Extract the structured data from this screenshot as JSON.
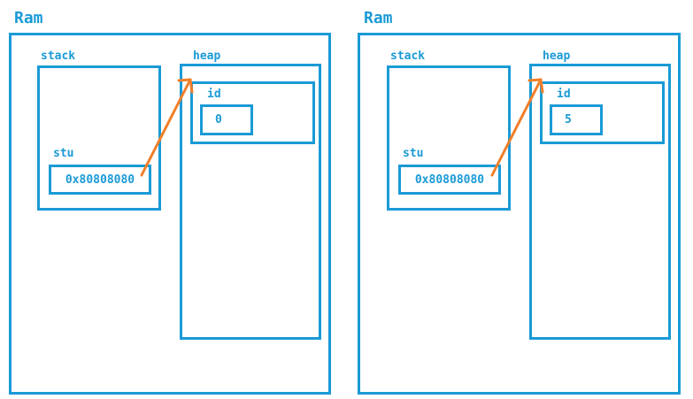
{
  "colors": {
    "box": "#1a9ad6",
    "arrow": "#f07f2a"
  },
  "panels": [
    {
      "ram_label": "Ram",
      "stack_label": "stack",
      "heap_label": "heap",
      "var_label": "stu",
      "address": "0x80808080",
      "field_label": "id",
      "field_value": "0"
    },
    {
      "ram_label": "Ram",
      "stack_label": "stack",
      "heap_label": "heap",
      "var_label": "stu",
      "address": "0x80808080",
      "field_label": "id",
      "field_value": "5"
    }
  ]
}
